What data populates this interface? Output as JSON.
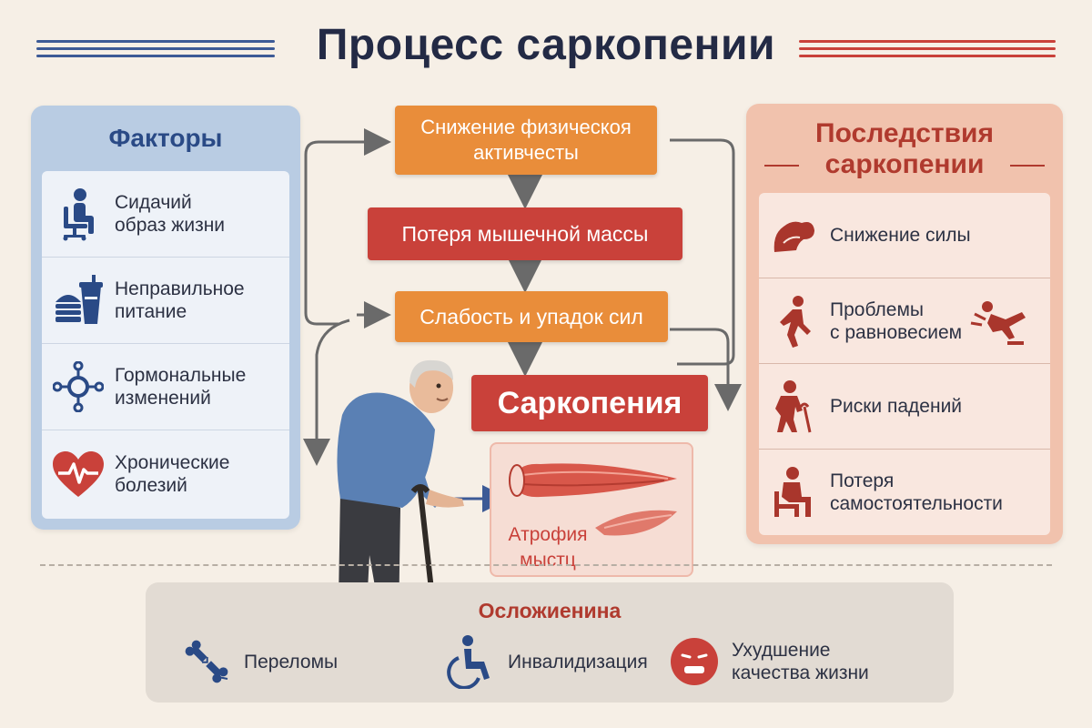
{
  "title": "Процесс саркопении",
  "colors": {
    "navy": "#2a4a86",
    "red": "#c9413a",
    "orange": "#e98d3a",
    "blue_panel": "#b9cce3",
    "salmon_panel": "#f1c2ad"
  },
  "factors": {
    "heading": "Факторы",
    "items": [
      {
        "icon": "sitting-person-icon",
        "label": "Сидачий\nобраз жизни"
      },
      {
        "icon": "fast-food-icon",
        "label": "Неправильное\nпитание"
      },
      {
        "icon": "hormone-network-icon",
        "label": "Гормональные\nизменений"
      },
      {
        "icon": "heart-pulse-icon",
        "label": "Хронические\nболезий"
      }
    ]
  },
  "flow": {
    "step1": "Снижение физическоя\nактивчесты",
    "step2": "Потеря мышечной массы",
    "step3": "Слабость и упадок сил",
    "result": "Саркопения",
    "atrophy": "Атрофия\nмыстц"
  },
  "consequences": {
    "heading": "Последствия\nсаркопении",
    "items": [
      {
        "icon": "weak-arm-icon",
        "label": "Снижение силы"
      },
      {
        "icon": "balance-problem-icon",
        "label": "Проблемы\nс равновесием"
      },
      {
        "icon": "fall-risk-icon",
        "label": "Риски падений"
      },
      {
        "icon": "dependence-icon",
        "label": "Потеря\nсамостоятельности"
      }
    ]
  },
  "complications": {
    "heading": "Осложиенина",
    "items": [
      {
        "icon": "broken-bone-icon",
        "label": "Переломы"
      },
      {
        "icon": "wheelchair-icon",
        "label": "Инвалидизация"
      },
      {
        "icon": "sad-face-icon",
        "label": "Ухудшение\nкачества жизни"
      }
    ]
  },
  "illustration": {
    "icon": "elderly-man-with-cane-icon"
  }
}
